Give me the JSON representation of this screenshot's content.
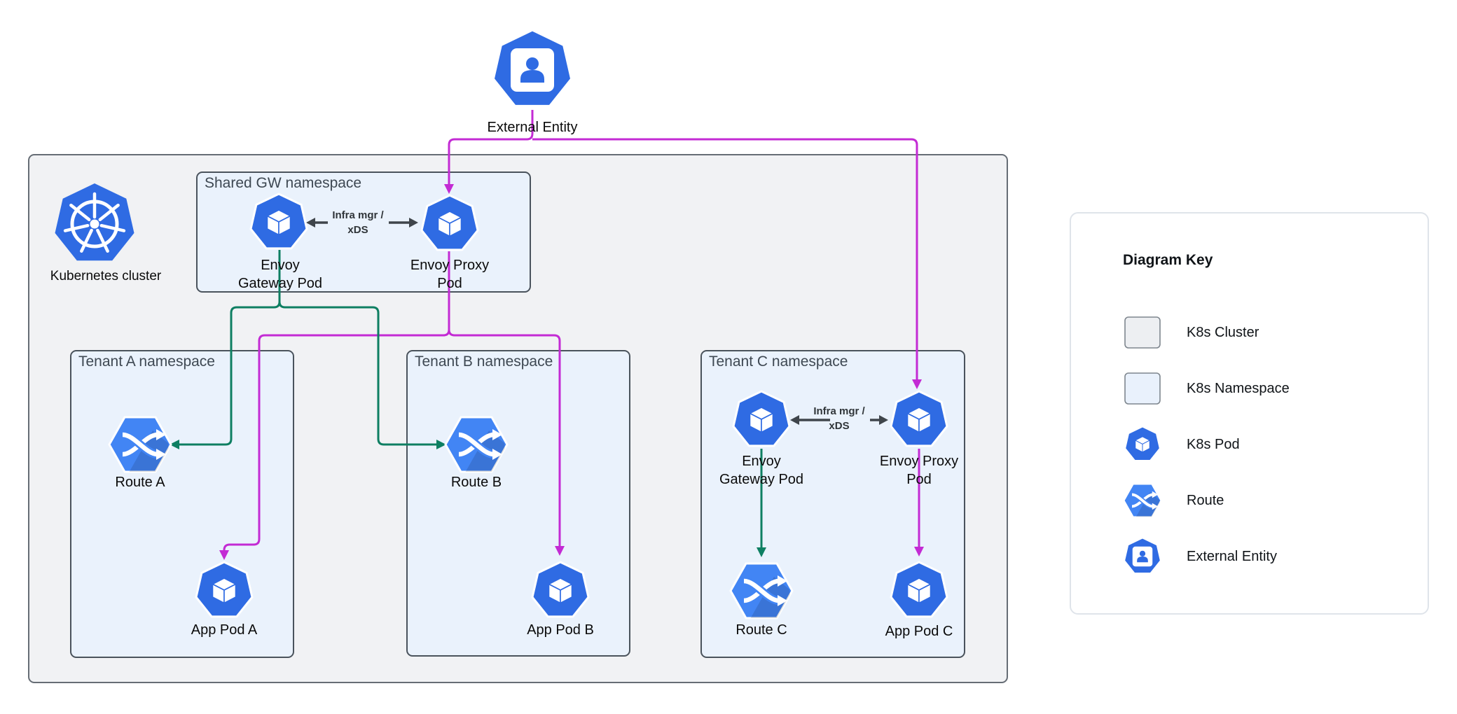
{
  "colors": {
    "k8s_blue": "#2F6BE3",
    "route_blue": "#4285F4",
    "edge_green": "#0E7F62",
    "edge_magenta": "#C32BD4",
    "edge_dark": "#3F454B",
    "cluster_fill": "#F1F2F4",
    "cluster_border": "#666D75",
    "namespace_fill": "#EAF2FC",
    "namespace_border": "#4A535C",
    "key_panel_border": "#DFE4EA"
  },
  "diagram": {
    "external_entity": {
      "label": "External Entity"
    },
    "cluster": {
      "label": "Kubernetes cluster"
    },
    "shared_namespace": {
      "title": "Shared GW namespace",
      "gateway_pod_label": "Envoy\nGateway Pod",
      "proxy_pod_label": "Envoy Proxy\nPod",
      "infra_label": "Infra mgr /\nxDS"
    },
    "tenant_a": {
      "title": "Tenant A namespace",
      "route_label": "Route A",
      "app_pod_label": "App Pod A"
    },
    "tenant_b": {
      "title": "Tenant B namespace",
      "route_label": "Route B",
      "app_pod_label": "App Pod B"
    },
    "tenant_c": {
      "title": "Tenant C namespace",
      "gateway_pod_label": "Envoy\nGateway Pod",
      "proxy_pod_label": "Envoy Proxy\nPod",
      "infra_label": "Infra mgr /\nxDS",
      "route_label": "Route C",
      "app_pod_label": "App Pod C"
    }
  },
  "key": {
    "title": "Diagram Key",
    "items": [
      {
        "icon": "k8s-cluster-swatch",
        "label": "K8s Cluster"
      },
      {
        "icon": "k8s-namespace-swatch",
        "label": "K8s Namespace"
      },
      {
        "icon": "k8s-pod-icon",
        "label": "K8s Pod"
      },
      {
        "icon": "route-icon",
        "label": "Route"
      },
      {
        "icon": "external-entity-icon",
        "label": "External Entity"
      }
    ]
  }
}
